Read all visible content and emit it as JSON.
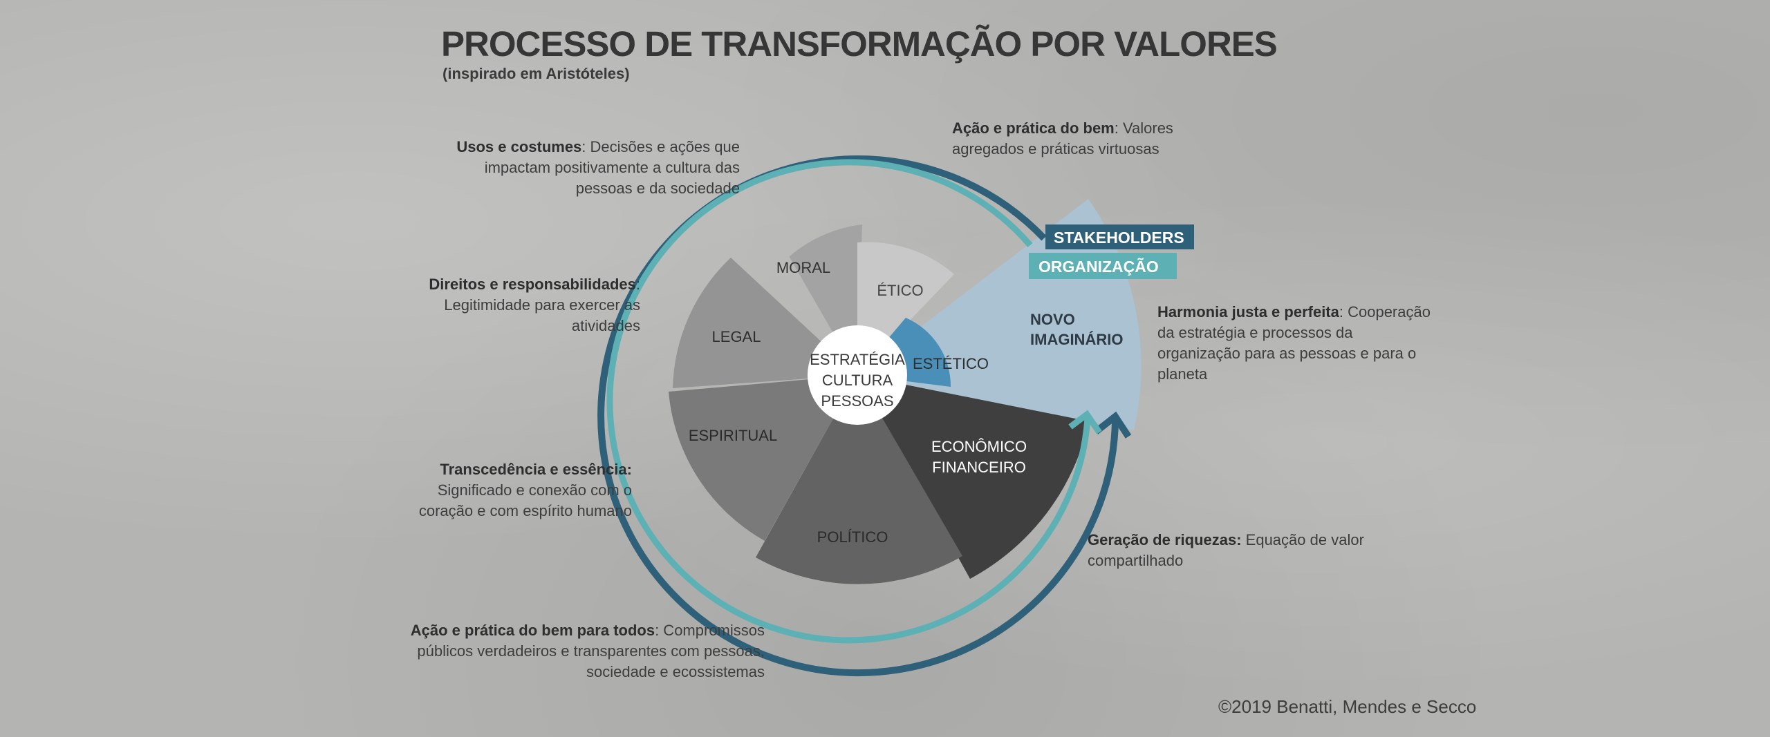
{
  "title": "PROCESSO DE TRANSFORMAÇÃO POR VALORES",
  "subtitle": "(inspirado em Aristóteles)",
  "center": [
    "ESTRATÉGIA",
    "CULTURA",
    "PESSOAS"
  ],
  "segments": [
    {
      "label": "MORAL",
      "color": "#a3a3a3"
    },
    {
      "label": "ÉTICO",
      "color": "#c8c8c8"
    },
    {
      "label": "ESTÉTICO",
      "color": "#4a8fb8"
    },
    {
      "label": "NOVO IMAGINÁRIO",
      "color": "#a8c3d5"
    },
    {
      "label": "ECONÔMICO FINANCEIRO",
      "color": "#3f3f3f"
    },
    {
      "label": "POLÍTICO",
      "color": "#636363"
    },
    {
      "label": "ESPIRITUAL",
      "color": "#7a7a7a"
    },
    {
      "label": "LEGAL",
      "color": "#949494"
    }
  ],
  "rings": {
    "stakeholders": {
      "label": "STAKEHOLDERS",
      "color": "#2f6079"
    },
    "organizacao": {
      "label": "ORGANIZAÇÃO",
      "color": "#5db1b5"
    }
  },
  "notes": {
    "usos": {
      "bold": "Usos e costumes",
      "text": ": Decisões e ações que impactam positivamente a cultura das pessoas e da sociedade"
    },
    "acao_bem": {
      "bold": "Ação e prática do bem",
      "text": ": Valores agregados e práticas virtuosas"
    },
    "direitos": {
      "bold": "Direitos e responsabilidades",
      "text": ": Legitimidade para exercer as atividades"
    },
    "harmonia": {
      "bold": "Harmonia justa e perfeita",
      "text": ": Cooperação da estratégia e processos da organização para as pessoas e para o planeta"
    },
    "transcendencia": {
      "bold": "Transcedência e essência:",
      "text": " Significado e conexão com o coração e com espírito humano"
    },
    "geracao": {
      "bold": "Geração de riquezas:",
      "text": " Equação de valor compartilhado"
    },
    "acao_todos": {
      "bold": "Ação e prática do bem para todos",
      "text": ": Compromissos públicos verdadeiros e transparentes com pessoas, sociedade e ecossistemas"
    }
  },
  "copyright": "©2019 Benatti, Mendes e Secco"
}
